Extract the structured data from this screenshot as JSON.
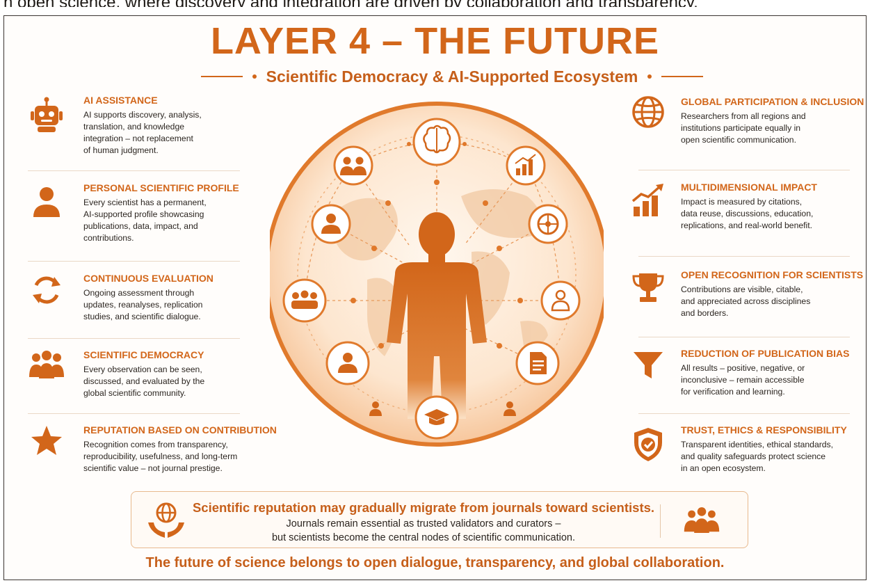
{
  "header": {
    "cut_text": "n open science, where discovery and integration are driven by collaboration and transparency.",
    "title": "LAYER 4 – THE FUTURE",
    "subtitle": "Scientific Democracy & AI-Supported Ecosystem"
  },
  "left_items": [
    {
      "icon": "robot-icon",
      "title": "AI ASSISTANCE",
      "lines": [
        "AI supports discovery, analysis,",
        "translation, and knowledge",
        "integration – not replacement",
        "of human judgment."
      ]
    },
    {
      "icon": "person-icon",
      "title": "PERSONAL SCIENTIFIC PROFILE",
      "lines": [
        "Every scientist has a permanent,",
        "AI-supported profile showcasing",
        "publications, data, impact, and",
        "contributions."
      ]
    },
    {
      "icon": "refresh-cycle-icon",
      "title": "CONTINUOUS EVALUATION",
      "lines": [
        "Ongoing assessment through",
        "updates, reanalyses, replication",
        "studies, and scientific dialogue."
      ]
    },
    {
      "icon": "community-icon",
      "title": "SCIENTIFIC DEMOCRACY",
      "lines": [
        "Every observation can be seen,",
        "discussed, and evaluated by the",
        "global scientific community."
      ]
    },
    {
      "icon": "star-icon",
      "title": "REPUTATION BASED ON CONTRIBUTION",
      "lines": [
        "Recognition comes from transparency,",
        "reproducibility, usefulness, and long-term",
        "scientific value – not journal prestige."
      ]
    }
  ],
  "right_items": [
    {
      "icon": "globe-icon",
      "title": "GLOBAL PARTICIPATION & INCLUSION",
      "lines": [
        "Researchers from all regions and",
        "institutions participate equally in",
        "open scientific communication."
      ]
    },
    {
      "icon": "bar-growth-icon",
      "title": "MULTIDIMENSIONAL IMPACT",
      "lines": [
        "Impact is measured by citations,",
        "data reuse, discussions, education,",
        "replications, and real-world benefit."
      ]
    },
    {
      "icon": "trophy-icon",
      "title": "OPEN RECOGNITION FOR SCIENTISTS",
      "lines": [
        "Contributions are visible, citable,",
        "and appreciated across disciplines",
        "and borders."
      ]
    },
    {
      "icon": "funnel-icon",
      "title": "REDUCTION OF PUBLICATION BIAS",
      "lines": [
        "All results – positive, negative, or",
        "inconclusive – remain accessible",
        "for verification and learning."
      ]
    },
    {
      "icon": "shield-check-icon",
      "title": "TRUST, ETHICS & RESPONSIBILITY",
      "lines": [
        "Transparent identities, ethical standards,",
        "and quality safeguards protect science",
        "in an open ecosystem."
      ]
    }
  ],
  "bottom": {
    "headline": "Scientific reputation may gradually migrate from journals toward scientists.",
    "line1": "Journals remain essential as trusted validators and curators –",
    "line2": "but scientists become the central nodes of scientific communication."
  },
  "footer": "The future of science belongs to open dialogue, transparency, and global collaboration.",
  "colors": {
    "accent": "#d2661a",
    "accent_light": "#f2b889",
    "text": "#2b2520"
  }
}
